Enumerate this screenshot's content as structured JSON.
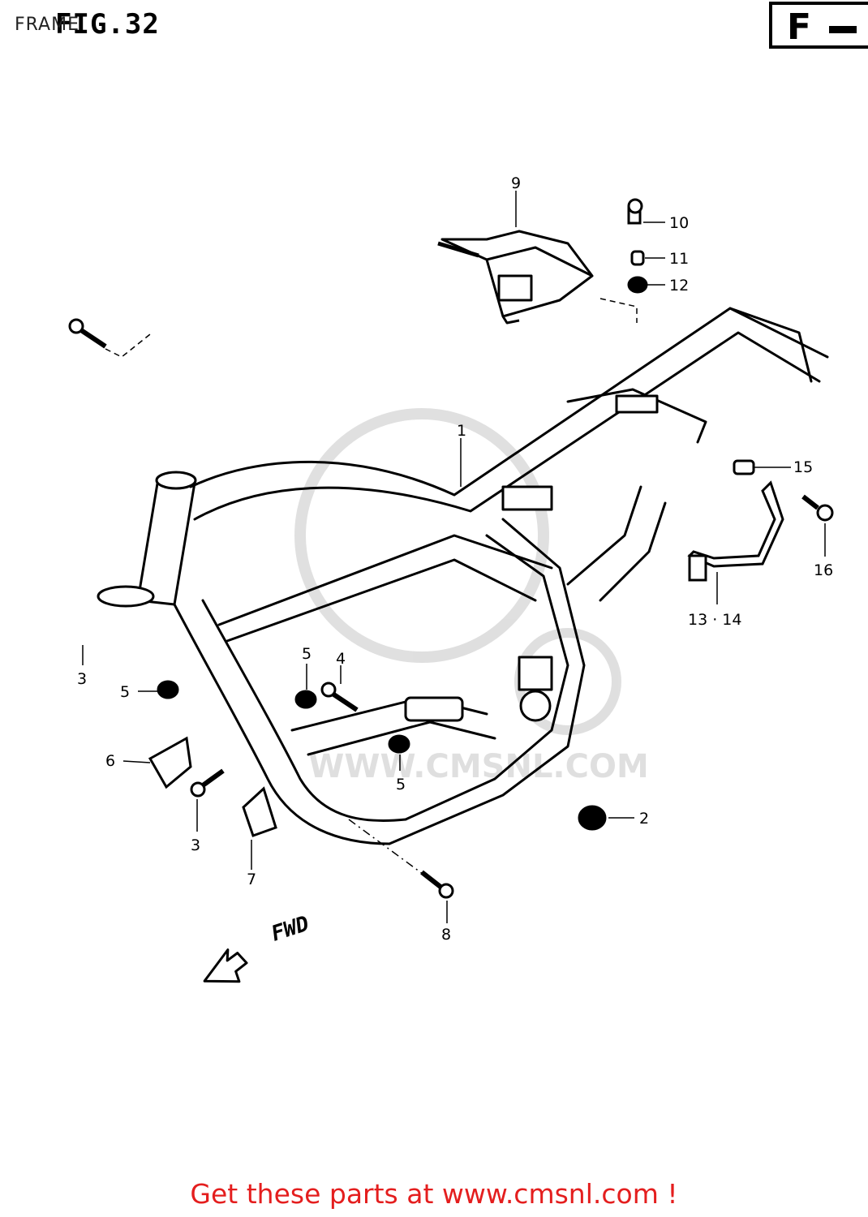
{
  "header": {
    "section_label": "FRAME",
    "figure_label": "FIG.32",
    "section_code_letter": "F",
    "section_code_dash": "-"
  },
  "diagram": {
    "fwd_label": "FWD",
    "watermark_text": "WWW.CMSNL.COM",
    "callouts": [
      {
        "id": "1",
        "text": "1"
      },
      {
        "id": "2",
        "text": "2"
      },
      {
        "id": "3a",
        "text": "3"
      },
      {
        "id": "3b",
        "text": "3"
      },
      {
        "id": "4",
        "text": "4"
      },
      {
        "id": "5a",
        "text": "5"
      },
      {
        "id": "5b",
        "text": "5"
      },
      {
        "id": "5c",
        "text": "5"
      },
      {
        "id": "6",
        "text": "6"
      },
      {
        "id": "7",
        "text": "7"
      },
      {
        "id": "8",
        "text": "8"
      },
      {
        "id": "9",
        "text": "9"
      },
      {
        "id": "10",
        "text": "10"
      },
      {
        "id": "11",
        "text": "11"
      },
      {
        "id": "12",
        "text": "12"
      },
      {
        "id": "13-14",
        "text": "13 · 14"
      },
      {
        "id": "15",
        "text": "15"
      },
      {
        "id": "16",
        "text": "16"
      }
    ]
  },
  "footer": {
    "promo_text": "Get these parts at www.cmsnl.com !",
    "link_color": "#e41e1e"
  }
}
